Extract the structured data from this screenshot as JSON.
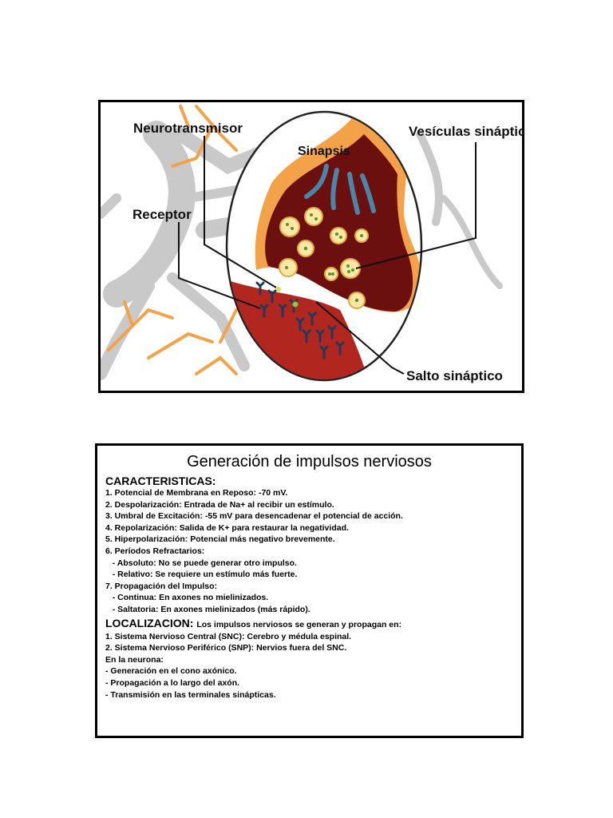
{
  "figure": {
    "labels": {
      "neurotransmisor": "Neurotransmisor",
      "vesiculas": "Vesículas sinápticas",
      "sinapsis": "Sinapsis",
      "receptor": "Receptor",
      "salto": "Salto sináptico"
    },
    "colors": {
      "neuron_gray": "#c9c9c9",
      "dendrite_orange": "#f4a24a",
      "terminal_dark_red": "#6b0f0f",
      "postsynaptic_red": "#b1261f",
      "vesicle_fill": "#fde7a6",
      "vesicle_dot": "#4a9a2a",
      "channel_blue": "#4a86a8"
    }
  },
  "info": {
    "title": "Generación de impulsos nerviosos",
    "caracteristicas_head": "CARACTERISTICAS:",
    "caracteristicas_lines": [
      "1. Potencial de Membrana en Reposo: -70 mV.",
      "2. Despolarización: Entrada de Na+ al recibir un estímulo.",
      "3. Umbral de Excitación: -55 mV para desencadenar el potencial de acción.",
      "4. Repolarización: Salida de K+ para restaurar la negatividad.",
      "5. Hiperpolarización: Potencial más negativo brevemente.",
      "6. Períodos Refractarios:",
      "   - Absoluto: No se puede generar otro impulso.",
      "   - Relativo: Se requiere un estímulo más fuerte.",
      "7. Propagación del Impulso:",
      "   - Continua: En axones no mielinizados.",
      "   - Saltatoria: En axones mielinizados (más rápido)."
    ],
    "localizacion_head": "LOCALIZACION:",
    "localizacion_note": "Los impulsos nerviosos se generan y propagan en:",
    "localizacion_lines": [
      "1. Sistema Nervioso Central (SNC): Cerebro y médula espinal.",
      "2. Sistema Nervioso Periférico (SNP): Nervios fuera del SNC.",
      "En la neurona:",
      "- Generación en el cono axónico.",
      "- Propagación a lo largo del axón.",
      "- Transmisión en las terminales sinápticas."
    ]
  }
}
